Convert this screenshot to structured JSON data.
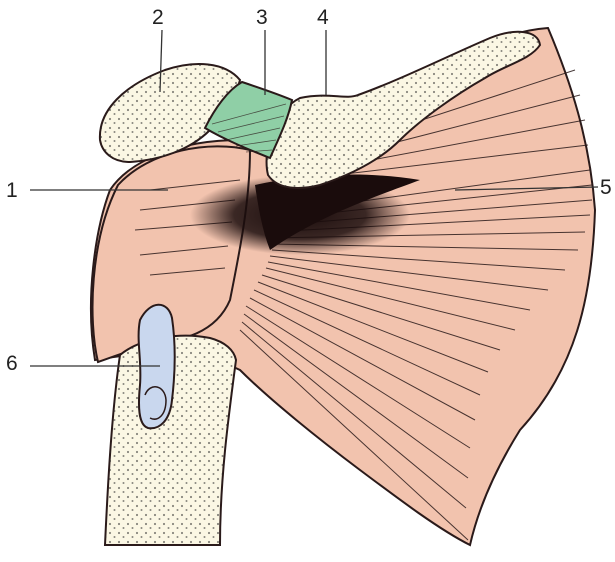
{
  "labels": {
    "l1": "1",
    "l2": "2",
    "l3": "3",
    "l4": "4",
    "l5": "5",
    "l6": "6"
  },
  "colors": {
    "muscle": "#f2c3ae",
    "bone": "#fbf7e4",
    "ligament": "#8fcfa6",
    "bursa": "#c9d7ee",
    "ink": "#1a1010",
    "leader": "#333333"
  }
}
